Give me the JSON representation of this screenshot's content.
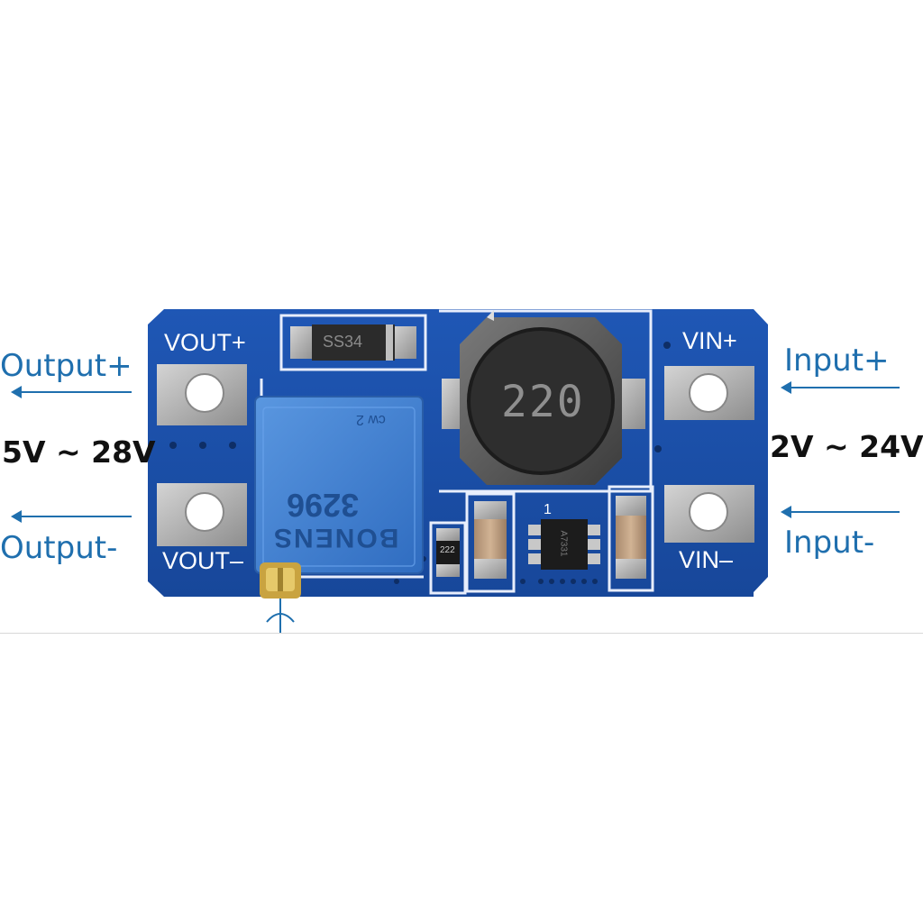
{
  "annotations": {
    "output_plus": "Output+",
    "output_minus": "Output-",
    "output_range": "5V ~ 28V",
    "input_plus": "Input+",
    "input_minus": "Input-",
    "input_range": "2V ~ 24V"
  },
  "board": {
    "vout_plus": "VOUT+",
    "vout_minus": "VOUT–",
    "vin_plus": "VIN+",
    "vin_minus": "VIN–",
    "inductor_marking": "220",
    "diode_marking": "SS34",
    "pot_model": "3296",
    "pot_brand": "BONENS",
    "resistor_marking": "222",
    "ic_pin1_mark": "1",
    "ic_marking": "A7331",
    "pot_cw": "cw 2"
  },
  "colors": {
    "pcb_blue": "#1b4fa6",
    "annotation_blue": "#1f6fae",
    "trimmer_blue": "#3f7fd0",
    "pad_silver": "#b5b5b5"
  }
}
